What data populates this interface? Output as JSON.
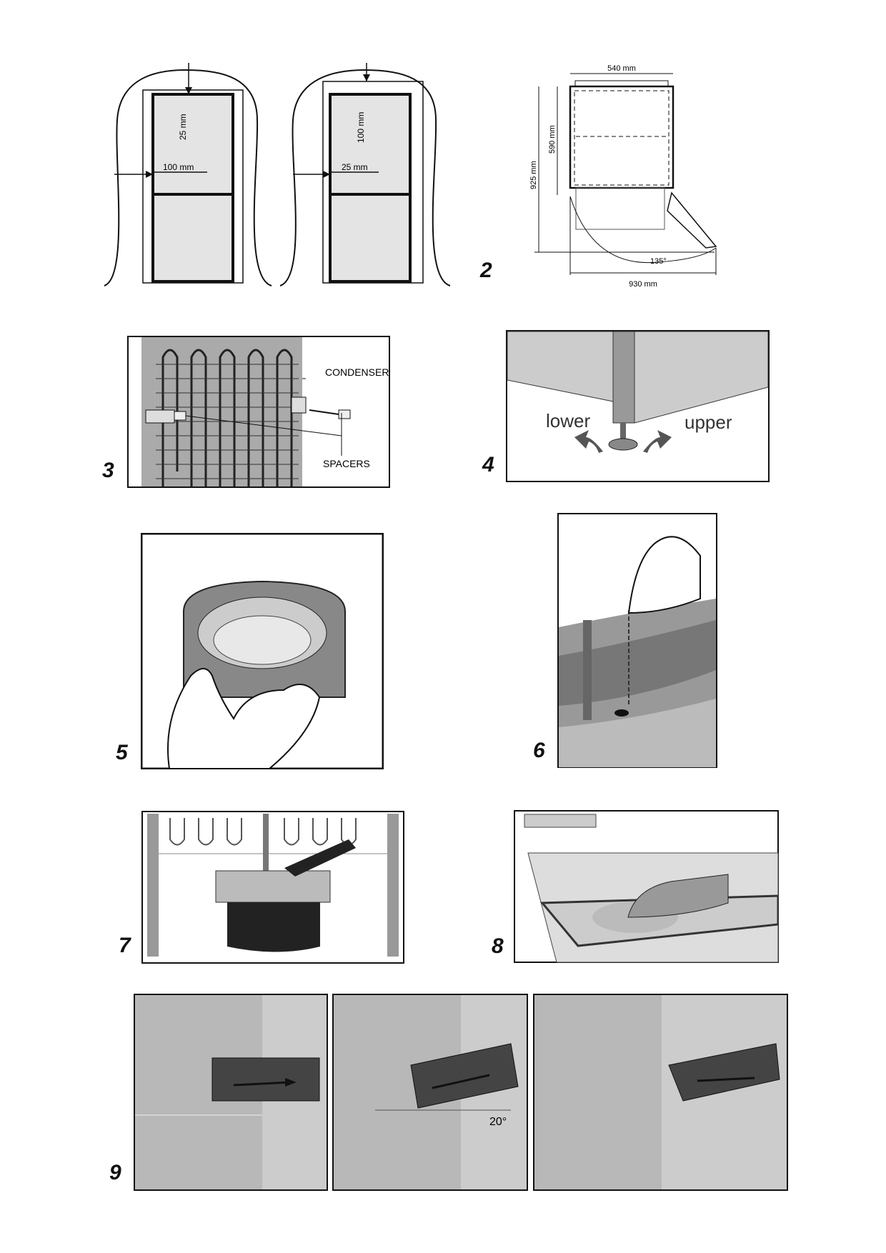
{
  "figures": {
    "fig1": {
      "left": {
        "top_gap": "25 mm",
        "side_gap": "100 mm"
      },
      "right": {
        "top_gap": "100 mm",
        "side_gap": "25 mm"
      }
    },
    "fig2": {
      "number": "2",
      "width": "540 mm",
      "depth": "590 mm",
      "depth_open": "925 mm",
      "angle": "135°",
      "total_width": "930 mm"
    },
    "fig3": {
      "number": "3",
      "condenser": "CONDENSER",
      "spacers": "SPACERS"
    },
    "fig4": {
      "number": "4",
      "lower": "lower",
      "upper": "upper"
    },
    "fig5": {
      "number": "5"
    },
    "fig6": {
      "number": "6"
    },
    "fig7": {
      "number": "7"
    },
    "fig8": {
      "number": "8"
    },
    "fig9": {
      "number": "9",
      "angle": "20°"
    }
  }
}
